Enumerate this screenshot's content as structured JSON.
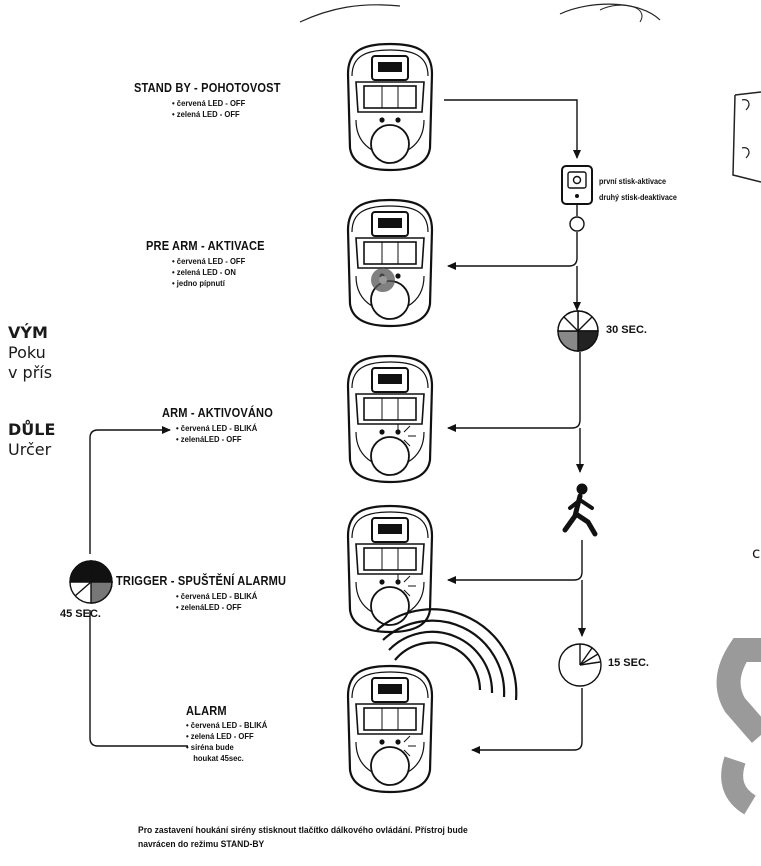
{
  "background_fragments": {
    "line1": "VÝM",
    "line2": "Poku",
    "line3": "v přís",
    "line4": "DŮLE",
    "line5": "Určer",
    "right_letter": "c"
  },
  "states": [
    {
      "title": "STAND BY - POHOTOVOST",
      "bullets": [
        "červená LED - OFF",
        "zelená LED - OFF"
      ]
    },
    {
      "title": "PRE ARM - AKTIVACE",
      "bullets": [
        "červená LED - OFF",
        "zelená LED - ON",
        "jedno pípnutí"
      ]
    },
    {
      "title": "ARM - AKTIVOVÁNO",
      "bullets": [
        "červená LED - BLIKÁ",
        "zelenáLED - OFF"
      ]
    },
    {
      "title": "TRIGGER - SPUŠTĚNÍ ALARMU",
      "bullets": [
        "červená LED - BLIKÁ",
        "zelenáLED - OFF"
      ]
    },
    {
      "title": "ALARM",
      "bullets": [
        "červená LED - BLIKÁ",
        "zelená LED - OFF",
        "siréna bude",
        "houkat 45sec."
      ]
    }
  ],
  "remote": {
    "line1": "první stisk-aktivace",
    "line2": "druhý stisk-deaktivace"
  },
  "timers": {
    "t30": "30 SEC.",
    "t15": "15 SEC.",
    "t45": "45 SEC."
  },
  "footer": {
    "line1": "Pro zastavení houkání sirény stisknout tlačítko dálkového ovládání. Přístroj bude",
    "line2": "navrácen do režimu STAND-BY"
  }
}
